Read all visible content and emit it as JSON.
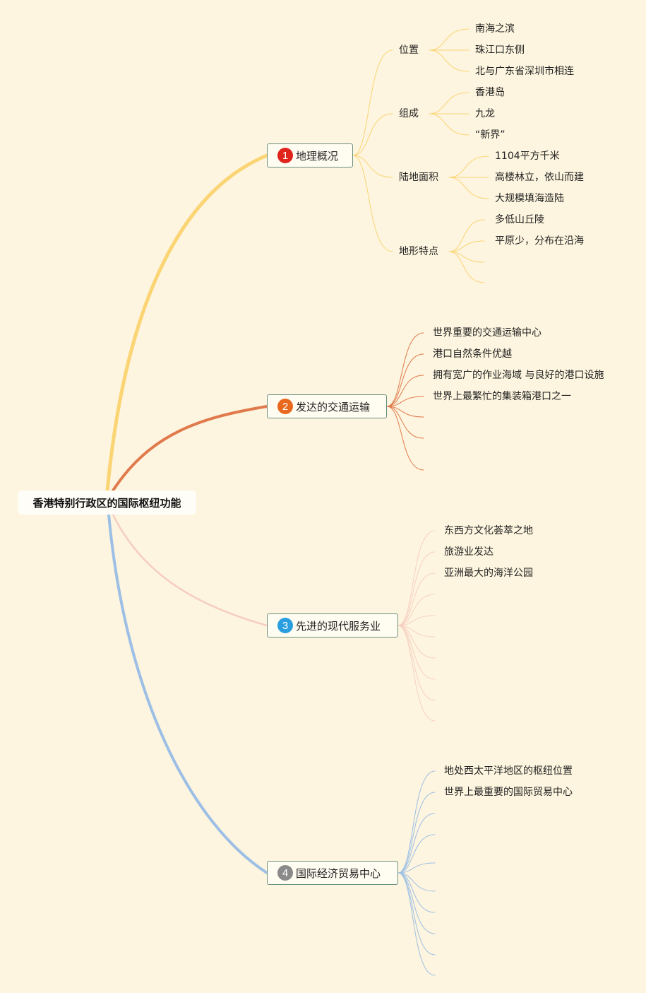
{
  "root": {
    "label": "香港特别行政区的国际枢纽功能"
  },
  "colors": {
    "background": "#fdf5df",
    "branch1": "#fbd474",
    "branch2": "#e07a4c",
    "branch3": "#f6cdbf",
    "branch4": "#9dbfe5",
    "badge1": "#e0241b",
    "badge2": "#e8681e",
    "badge3": "#2a9fe0",
    "badge4": "#8a8a8a"
  },
  "branches": [
    {
      "number": "1",
      "label": "地理概况",
      "topics": [
        {
          "label": "位置",
          "items": [
            "南海之滨",
            "珠江口东侧",
            "北与广东省深圳市相连"
          ]
        },
        {
          "label": "组成",
          "items": [
            "香港岛",
            "九龙",
            "“新界”"
          ]
        },
        {
          "label": "陆地面积",
          "items": [
            "1104平方千米",
            "高楼林立，依山而建",
            "大规模填海造陆"
          ]
        },
        {
          "label": "地形特点",
          "items": [
            "多低山丘陵",
            "平原少，分布在沿海"
          ]
        }
      ]
    },
    {
      "number": "2",
      "label": "发达的交通运输",
      "items": [
        "世界重要的交通运输中心",
        "港口自然条件优越",
        "拥有宽广的作业海域 与良好的港口设施",
        "世界上最繁忙的集装箱港口之一"
      ]
    },
    {
      "number": "3",
      "label": "先进的现代服务业",
      "items": [
        "东西方文化荟萃之地",
        "旅游业发达",
        "亚洲最大的海洋公园"
      ]
    },
    {
      "number": "4",
      "label": "国际经济贸易中心",
      "items": [
        "地处西太平洋地区的枢纽位置",
        "世界上最重要的国际贸易中心"
      ]
    }
  ]
}
